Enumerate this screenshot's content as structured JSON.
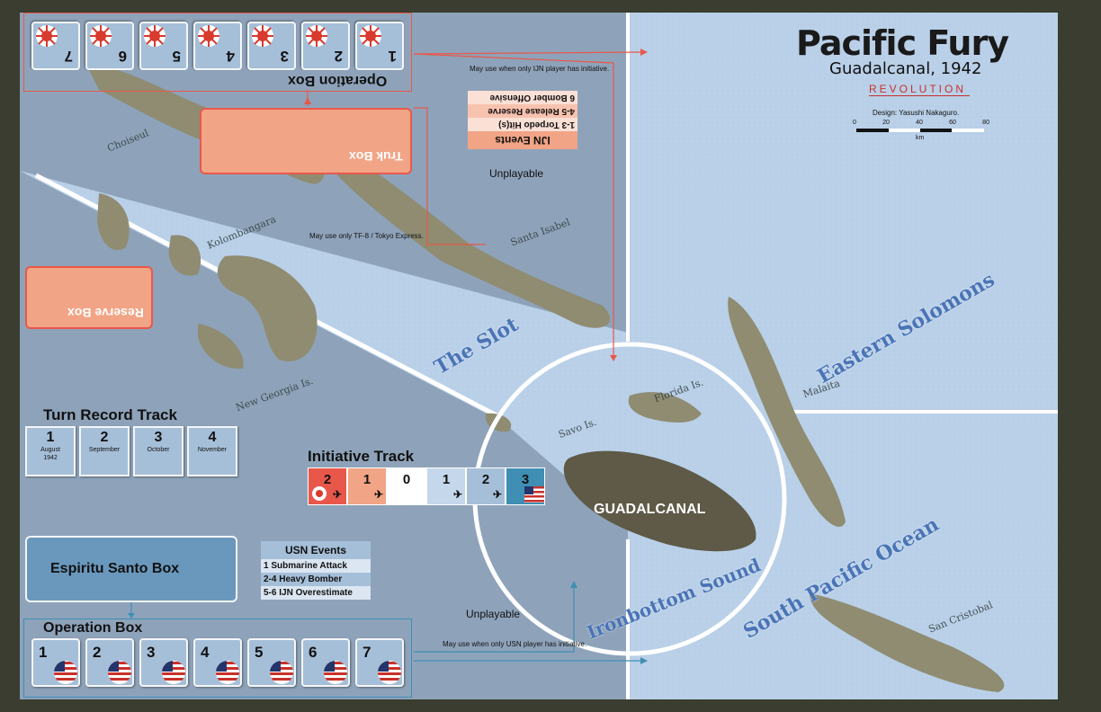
{
  "game": {
    "title": "Pacific Fury",
    "subtitle": "Guadalcanal, 1942",
    "publisher": "REVOLUTION",
    "designer": "Design: Yasushi Nakaguro.",
    "scale_ticks": [
      "0",
      "20",
      "40",
      "60",
      "80"
    ],
    "scale_unit": "km"
  },
  "colors": {
    "ijn_accent": "#e8584a",
    "usn_accent": "#3f8fb4",
    "sea_light": "#b9d0e8",
    "sea_unplayable": "#8ea3ba",
    "land": "#8f8c72"
  },
  "ijn": {
    "operation_box_label": "Operation Box",
    "operation_slots": [
      "1",
      "2",
      "3",
      "4",
      "5",
      "6",
      "7"
    ],
    "truk_box_label": "Truk Box",
    "reserve_box_label": "Reserve Box",
    "events_title": "IJN Events",
    "events": [
      "1-3 Torpedo Hit(s)",
      "4-5 Release Reserve",
      "6  Bomber Offensive"
    ],
    "initiative_note": "May use when only IJN player has initiative.",
    "tf8_note": "May use only TF-8 / Tokyo Express.",
    "chit_icon": "rising-sun-icon"
  },
  "usn": {
    "operation_box_label": "Operation Box",
    "operation_slots": [
      "1",
      "2",
      "3",
      "4",
      "5",
      "6",
      "7"
    ],
    "espiritu_label": "Espiritu Santo Box",
    "events_title": "USN Events",
    "events": [
      "1    Submarine Attack",
      "2-4 Heavy Bomber",
      "5-6 IJN Overestimate"
    ],
    "initiative_note": "May use when only USN player has initiative.",
    "chit_icon": "us-flag-icon"
  },
  "turn_track": {
    "title": "Turn Record Track",
    "turns": [
      {
        "n": "1",
        "m": "August",
        "y": "1942"
      },
      {
        "n": "2",
        "m": "September",
        "y": ""
      },
      {
        "n": "3",
        "m": "October",
        "y": ""
      },
      {
        "n": "4",
        "m": "November",
        "y": ""
      }
    ]
  },
  "initiative_track": {
    "title": "Initiative Track",
    "cells": [
      {
        "v": "2",
        "bg": "#e8584a"
      },
      {
        "v": "1",
        "bg": "#f2a486"
      },
      {
        "v": "0",
        "bg": "#ffffff"
      },
      {
        "v": "1",
        "bg": "#c5d7ea"
      },
      {
        "v": "2",
        "bg": "#a6bfd9"
      },
      {
        "v": "3",
        "bg": "#3f8fb4"
      }
    ]
  },
  "map": {
    "unplayable_top": "Unplayable",
    "unplayable_bottom": "Unplayable",
    "islands": {
      "choiseul": "Choiseul",
      "kolombangara": "Kolombangara",
      "santa_isabel": "Santa Isabel",
      "new_georgia": "New Georgia Is.",
      "florida": "Florida Is.",
      "savo": "Savo Is.",
      "malaita": "Malaita",
      "san_cristobal": "San Cristobal",
      "guadalcanal": "GUADALCANAL"
    },
    "seas": {
      "slot": "The Slot",
      "eastern_solomons": "Eastern Solomons",
      "ironbottom": "Ironbottom Sound",
      "south_pacific": "South Pacific Ocean"
    }
  }
}
